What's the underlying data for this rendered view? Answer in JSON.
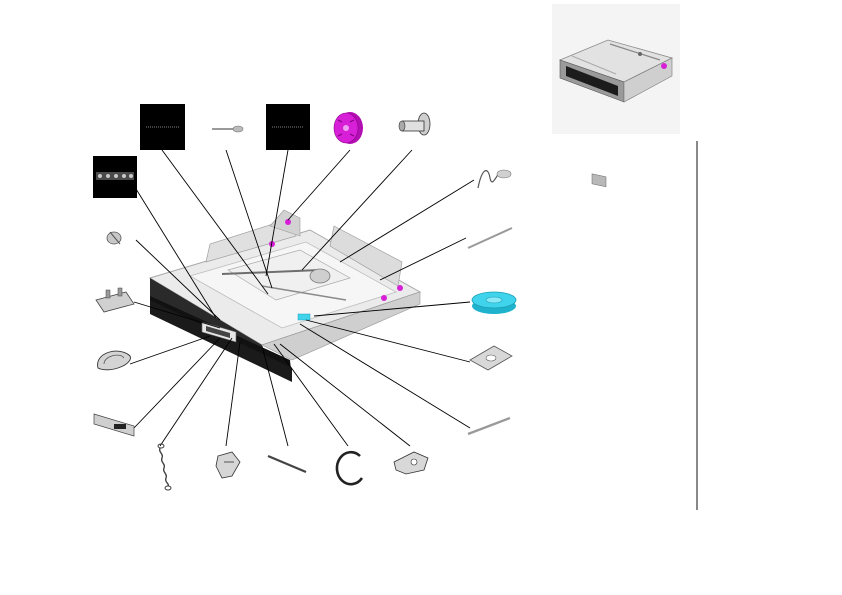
{
  "diagram": {
    "colors": {
      "line": "#000000",
      "tray_body": "#e6e6e6",
      "tray_edge": "#bdbdbd",
      "tray_front": "#1a1a1a",
      "magenta_part": "#d81fd8",
      "cyan_part": "#3fd3ec",
      "part_gray": "#bfbfbf",
      "label_block": "#000000"
    },
    "parts": [
      {
        "id": "label-sticker-top-left",
        "shape": "label"
      },
      {
        "id": "pin",
        "shape": "pin"
      },
      {
        "id": "label-sticker-top-mid",
        "shape": "label"
      },
      {
        "id": "gear-magenta",
        "shape": "gear"
      },
      {
        "id": "shaft-bushing",
        "shape": "bushing"
      },
      {
        "id": "spring-clip",
        "shape": "spring"
      },
      {
        "id": "rod-upper",
        "shape": "rod"
      },
      {
        "id": "gear-cyan",
        "shape": "gear"
      },
      {
        "id": "plate-bracket",
        "shape": "plate"
      },
      {
        "id": "rod-lower",
        "shape": "rod"
      },
      {
        "id": "label-strip-left",
        "shape": "label"
      },
      {
        "id": "latch",
        "shape": "latch"
      },
      {
        "id": "guide-block",
        "shape": "block"
      },
      {
        "id": "handle-pull",
        "shape": "handle"
      },
      {
        "id": "front-label",
        "shape": "label"
      },
      {
        "id": "coil-spring",
        "shape": "spring"
      },
      {
        "id": "clip-connector",
        "shape": "clip"
      },
      {
        "id": "rod-short",
        "shape": "rod"
      },
      {
        "id": "e-ring",
        "shape": "ring"
      },
      {
        "id": "lever-cam",
        "shape": "lever"
      }
    ]
  }
}
